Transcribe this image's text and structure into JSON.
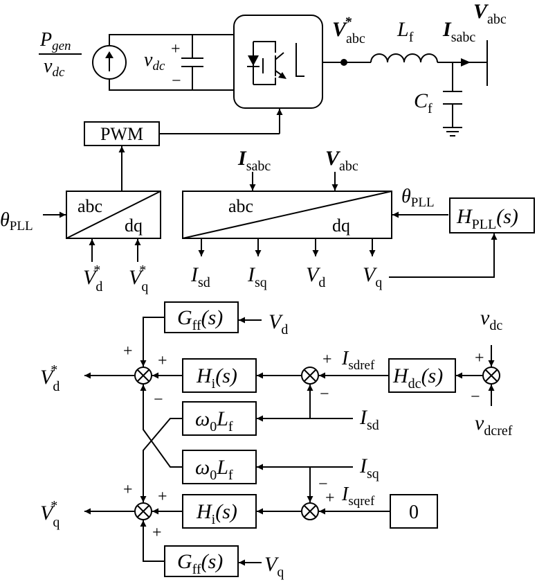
{
  "source": {
    "p_num": "P",
    "p_sub": "gen",
    "v_den": "v",
    "v_den_sub": "dc"
  },
  "dc_link": {
    "v": "v",
    "v_sub": "dc",
    "plus": "+",
    "minus": "−"
  },
  "grid": {
    "vstar": "V",
    "vstar_sup": "*",
    "vstar_sub": "abc",
    "lf": "L",
    "lf_sub": "f",
    "isabc": "I",
    "isabc_sub": "sabc",
    "vabc": "V",
    "vabc_sub": "abc",
    "cf": "C",
    "cf_sub": "f"
  },
  "pwm": {
    "label": "PWM"
  },
  "transform1": {
    "abc": "abc",
    "dq": "dq",
    "theta": "θ",
    "theta_sub": "PLL",
    "vd": "V",
    "vd_sub": "d",
    "vd_sup": "*",
    "vq": "V",
    "vq_sub": "q",
    "vq_sup": "*"
  },
  "transform2": {
    "abc": "abc",
    "dq": "dq",
    "in_i": "I",
    "in_i_sub": "sabc",
    "in_v": "V",
    "in_v_sub": "abc",
    "theta": "θ",
    "theta_sub": "PLL",
    "outputs": [
      {
        "sym": "I",
        "sub": "sd"
      },
      {
        "sym": "I",
        "sub": "sq"
      },
      {
        "sym": "V",
        "sub": "d"
      },
      {
        "sym": "V",
        "sub": "q"
      }
    ]
  },
  "pll": {
    "h": "H",
    "sub": "PLL",
    "arg": "(s)"
  },
  "control": {
    "gff_d": {
      "g": "G",
      "sub": "ff",
      "arg": "(s)",
      "in": "V",
      "in_sub": "d"
    },
    "hi_d": {
      "h": "H",
      "sub": "i",
      "arg": "(s)"
    },
    "w0lf_d": {
      "w": "ω",
      "w_sub": "0",
      "l": "L",
      "l_sub": "f"
    },
    "w0lf_q": {
      "w": "ω",
      "w_sub": "0",
      "l": "L",
      "l_sub": "f"
    },
    "hi_q": {
      "h": "H",
      "sub": "i",
      "arg": "(s)"
    },
    "gff_q": {
      "g": "G",
      "sub": "ff",
      "arg": "(s)",
      "in": "V",
      "in_sub": "q"
    },
    "hdc": {
      "h": "H",
      "sub": "dc",
      "arg": "(s)"
    },
    "zero": "0",
    "vdc": "v",
    "vdc_sub": "dc",
    "vdcref": "v",
    "vdcref_sub": "dcref",
    "isdref": "I",
    "isdref_sub": "sdref",
    "isqref": "I",
    "isqref_sub": "sqref",
    "isd": "I",
    "isd_sub": "sd",
    "isq": "I",
    "isq_sub": "sq",
    "vd_out": "V",
    "vd_out_sub": "d",
    "vd_out_sup": "*",
    "vq_out": "V",
    "vq_out_sub": "q",
    "vq_out_sup": "*",
    "plus": "+",
    "minus": "−"
  }
}
